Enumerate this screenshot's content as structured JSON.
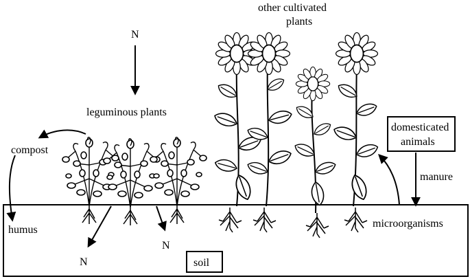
{
  "labels": {
    "n_top": "N",
    "leguminous": "leguminous plants",
    "compost": "compost",
    "humus": "humus",
    "n_bottom_left": "N",
    "n_bottom_right": "N",
    "soil": "soil",
    "other_line1": "other cultivated",
    "other_line2": "plants",
    "domesticated_line1": "domesticated",
    "domesticated_line2": "animals",
    "manure": "manure",
    "microorganisms": "microorganisms"
  }
}
